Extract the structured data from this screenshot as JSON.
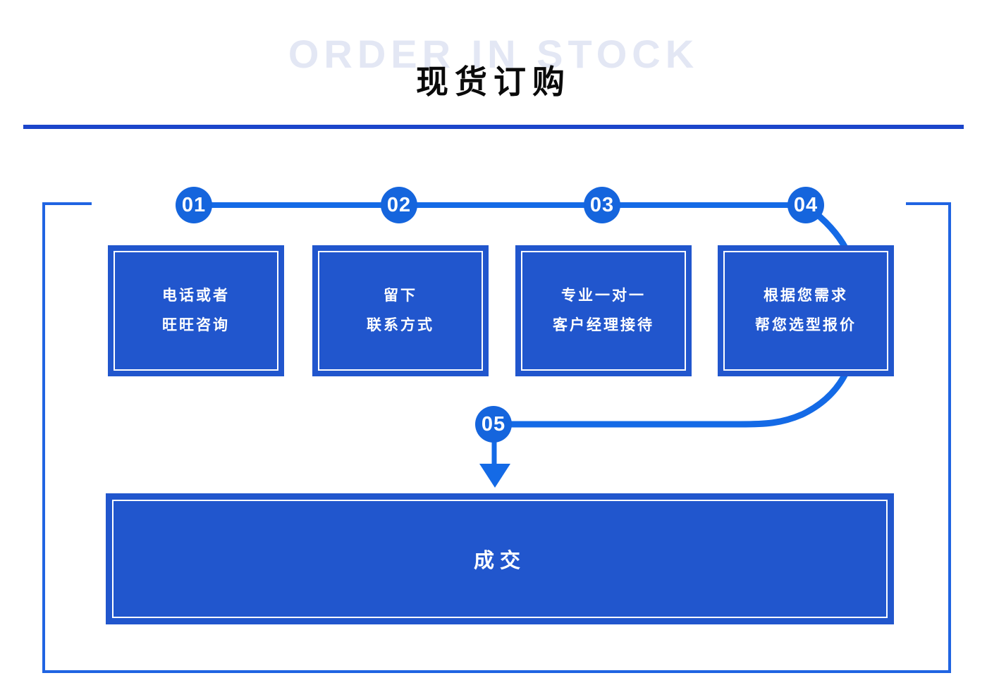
{
  "header": {
    "subtitle_en": "ORDER IN STOCK",
    "title": "现货订购"
  },
  "flow": {
    "steps": [
      {
        "number": "01",
        "lines": [
          "电话或者",
          "旺旺咨询"
        ]
      },
      {
        "number": "02",
        "lines": [
          "留下",
          "联系方式"
        ]
      },
      {
        "number": "03",
        "lines": [
          "专业一对一",
          "客户经理接待"
        ]
      },
      {
        "number": "04",
        "lines": [
          "根据您需求",
          "帮您选型报价"
        ]
      },
      {
        "number": "05",
        "lines": []
      }
    ],
    "final": {
      "label": "成交"
    }
  },
  "colors": {
    "box_fill": "#2156cd",
    "circle_fill": "#1565dd",
    "connector_line": "#146ae6",
    "frame_stroke": "#2064e2",
    "divider": "#1b45ca",
    "subtitle_watermark": "#e3e7f4",
    "title_text": "#0a0a0a",
    "box_text": "#ffffff"
  }
}
